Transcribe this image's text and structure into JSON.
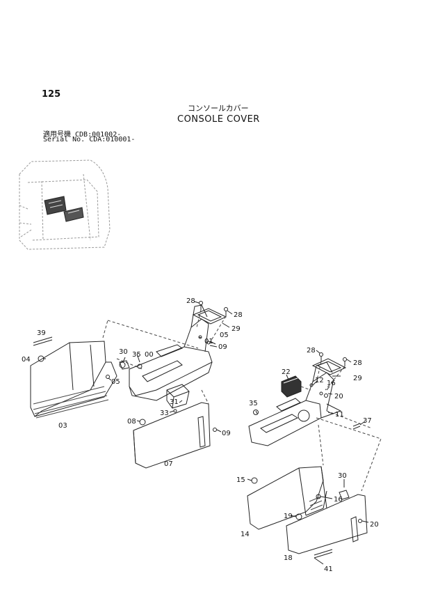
{
  "header": {
    "page_number": "125",
    "title_jp": "コンソールカバー",
    "title_en": "CONSOLE COVER",
    "serial_lines": [
      "適用号機  CDB:001002-",
      "Serial No. CDA:010001-"
    ]
  },
  "callouts": {
    "c28a": "28",
    "c28b": "28",
    "c29a": "29",
    "c01": "01",
    "c05a": "05",
    "c09a": "09",
    "c00": "00",
    "c35a": "35",
    "c30a": "30",
    "c05b": "05",
    "c39": "39",
    "c04": "04",
    "c03": "03",
    "c31": "31",
    "c33": "33",
    "c08": "08",
    "c09b": "09",
    "c07": "07",
    "c28c": "28",
    "c28d": "28",
    "c22": "22",
    "c12": "12",
    "c16a": "16",
    "c29b": "29",
    "c20a": "20",
    "c35b": "35",
    "c11": "11",
    "c37": "37",
    "c15": "15",
    "c30b": "30",
    "c16b": "16",
    "c19": "19",
    "c20b": "20",
    "c14": "14",
    "c18": "18",
    "c41": "41"
  }
}
